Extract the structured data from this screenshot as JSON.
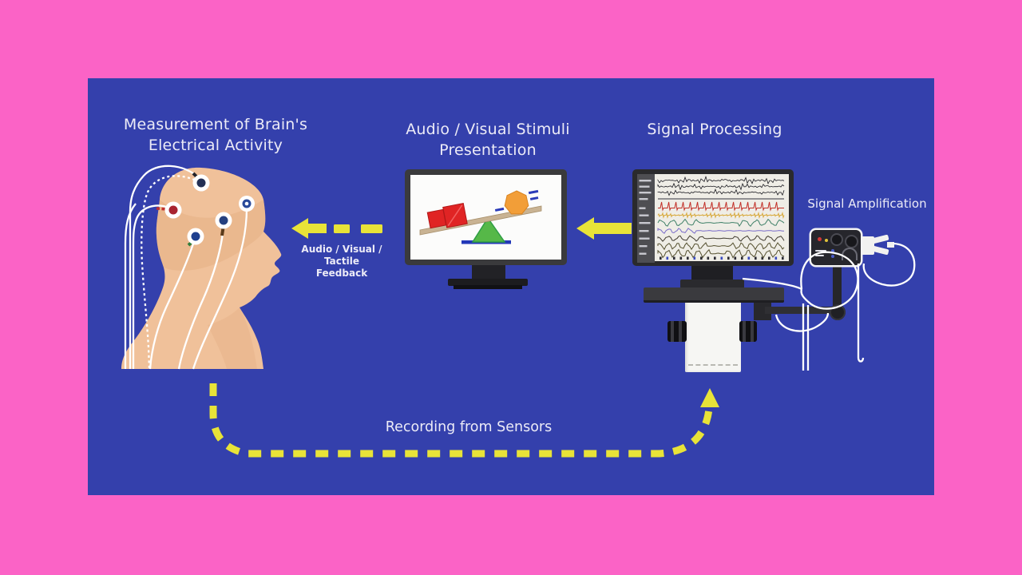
{
  "colors": {
    "background": "#fb63c6",
    "panel": "#3440ac",
    "arrow_yellow": "#e8e338",
    "label_text": "#ecebf7",
    "skin": "#f0c19a"
  },
  "labels": {
    "measurement_line1": "Measurement of Brain's",
    "measurement_line2": "Electrical Activity",
    "stimuli_line1": "Audio / Visual Stimuli",
    "stimuli_line2": "Presentation",
    "processing": "Signal Processing",
    "amplification": "Signal Amplification",
    "feedback_line1": "Audio / Visual / Tactile",
    "feedback_line2": "Feedback",
    "recording": "Recording from Sensors"
  },
  "icons": {
    "head_illustration": "head-with-eeg-electrodes",
    "stimuli_monitor": "monitor-seesaw-shapes",
    "processing_monitor": "monitor-eeg-traces",
    "amplifier": "amplifier-box-with-knobs",
    "arrows": [
      "solid-left-arrow",
      "dashed-left-arrow",
      "dashed-curved-up-arrow"
    ]
  },
  "illustrations": {
    "eeg": {
      "traces": [
        {
          "y": 8,
          "c": "#1a1a20",
          "a": 3.0,
          "t": "noise",
          "p": 1
        },
        {
          "y": 15.5,
          "c": "#1a1a20",
          "a": 2.7,
          "t": "noise",
          "p": 2.6
        },
        {
          "y": 23,
          "c": "#1a1a20",
          "a": 2.4,
          "t": "noise",
          "p": 4.1
        },
        {
          "y": 31,
          "c": "#33333d",
          "a": 0,
          "t": "flat"
        },
        {
          "y": 42.5,
          "c": "#c23028",
          "a": 7.5,
          "t": "ecg"
        },
        {
          "y": 51.5,
          "c": "#d8a93c",
          "a": 2.2,
          "t": "burst"
        },
        {
          "y": 61,
          "c": "#3f8068",
          "a": 3.4,
          "t": "wave",
          "f": 0.42,
          "p": 0,
          "seg": [
            [
              26,
              78
            ],
            [
              128,
              184
            ]
          ]
        },
        {
          "y": 71,
          "c": "#7a6cc9",
          "a": 2.6,
          "t": "wave",
          "f": 0.5,
          "p": 1,
          "seg": [
            [
              26,
              72
            ]
          ]
        },
        {
          "y": 80.5,
          "c": "#3f3a2e",
          "a": 2.8,
          "t": "wave",
          "f": 0.45,
          "p": 2,
          "seg": [
            [
              26,
              82
            ],
            [
              122,
              184
            ]
          ]
        },
        {
          "y": 90,
          "c": "#55502f",
          "a": 3.4,
          "t": "wave",
          "f": 0.55,
          "p": 0.5,
          "seg": [
            [
              26,
              86
            ],
            [
              116,
              184
            ]
          ]
        },
        {
          "y": 99.5,
          "c": "#55502f",
          "a": 4.0,
          "t": "wave",
          "f": 0.5,
          "p": 1.5,
          "seg": [
            [
              26,
              90
            ],
            [
              112,
              184
            ]
          ]
        }
      ],
      "label_widths": [
        15,
        13,
        15,
        11,
        8,
        12,
        14,
        12,
        13,
        10,
        9
      ]
    }
  }
}
